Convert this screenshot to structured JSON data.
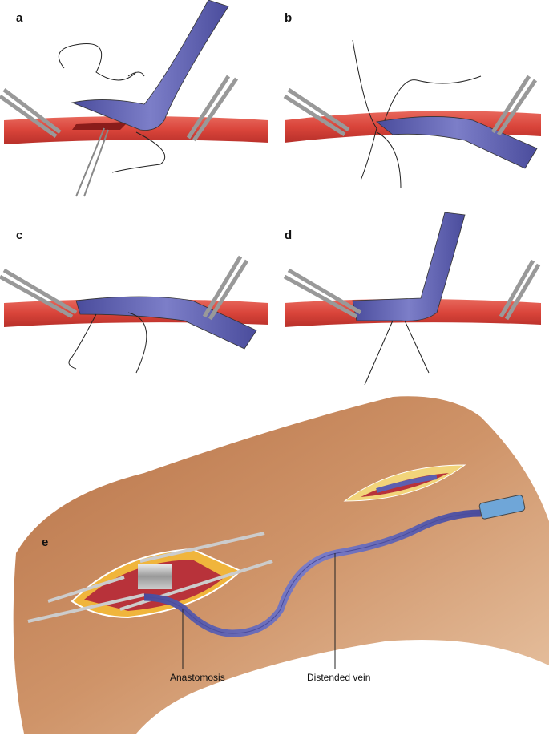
{
  "panels": {
    "a": "a",
    "b": "b",
    "c": "c",
    "d": "d",
    "e": "e"
  },
  "callouts": {
    "anastomosis": "Anastomosis",
    "distended_vein": "Distended vein"
  },
  "colors": {
    "artery": "#d9443a",
    "vein": "#5d5fb0",
    "skin": "#c98a5c",
    "muscle": "#b8323a",
    "fat": "#f0b53c"
  }
}
